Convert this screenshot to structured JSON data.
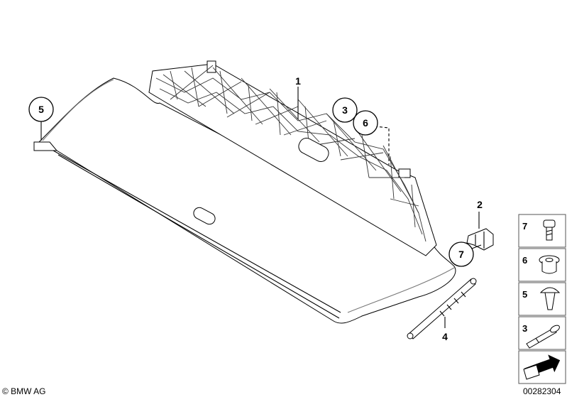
{
  "callouts": {
    "c1": "1",
    "c2": "2",
    "c3": "3",
    "c4": "4",
    "c5": "5",
    "c6": "6",
    "c7": "7"
  },
  "legend": [
    {
      "number": "7",
      "icon": "screw-icon"
    },
    {
      "number": "6",
      "icon": "nut-icon"
    },
    {
      "number": "5",
      "icon": "plastic-rivet-icon"
    },
    {
      "number": "3",
      "icon": "pin-icon"
    }
  ],
  "copyright": "© BMW AG",
  "diagram_id": "00282304",
  "colors": {
    "line": "#000000",
    "box_border": "#555555",
    "background": "#ffffff"
  }
}
